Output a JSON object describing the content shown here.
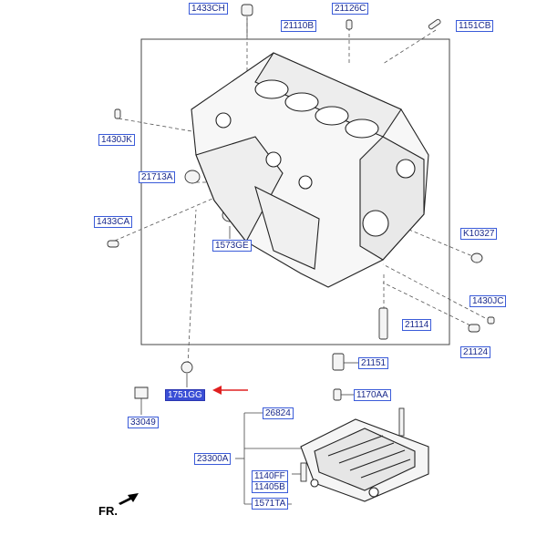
{
  "labels": {
    "p1433CH_top": "1433CH",
    "p21126C": "21126C",
    "p21110B": "21110B",
    "p1151CB": "1151CB",
    "p1430JK": "1430JK",
    "p21713A": "21713A",
    "p1433CA": "1433CA",
    "p1573GE": "1573GE",
    "p10327": "K10327",
    "p1430JC": "1430JC",
    "p21114": "21114",
    "p21124": "21124",
    "p21151": "21151",
    "p1751GG": "1751GG",
    "p33049": "33049",
    "p1170AA": "1170AA",
    "p26824": "26824",
    "p23300A": "23300A",
    "p1140FF": "1140FF",
    "p11405B": "11405B",
    "p1571TA": "1571TA"
  },
  "front_indicator": "FR.",
  "colors": {
    "label_border": "#3a5bd9",
    "label_text": "#1a2a8c",
    "highlight_bg": "#3a4fd6",
    "arrow": "#e02020"
  }
}
